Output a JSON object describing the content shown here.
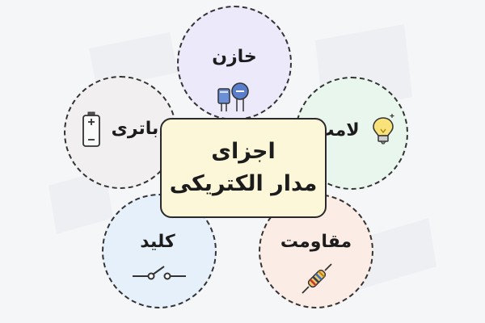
{
  "title": {
    "line1": "اجزای",
    "line2": "مدار الکتریکی"
  },
  "components": {
    "capacitor": {
      "label": "خازن",
      "icon": "capacitor-icon",
      "bg": "#ece9fb"
    },
    "lamp": {
      "label": "لامپ",
      "icon": "lightbulb-icon",
      "bg": "#e9f6ee"
    },
    "battery": {
      "label": "باتری",
      "icon": "battery-icon",
      "bg": "#f1eff0"
    },
    "switch": {
      "label": "کلید",
      "icon": "switch-icon",
      "bg": "#e6f0fb"
    },
    "resistor": {
      "label": "مقاومت",
      "icon": "resistor-icon",
      "bg": "#fbece6"
    }
  },
  "colors": {
    "center_fill": "#fdf7d9",
    "outline": "#2a2a2a"
  }
}
